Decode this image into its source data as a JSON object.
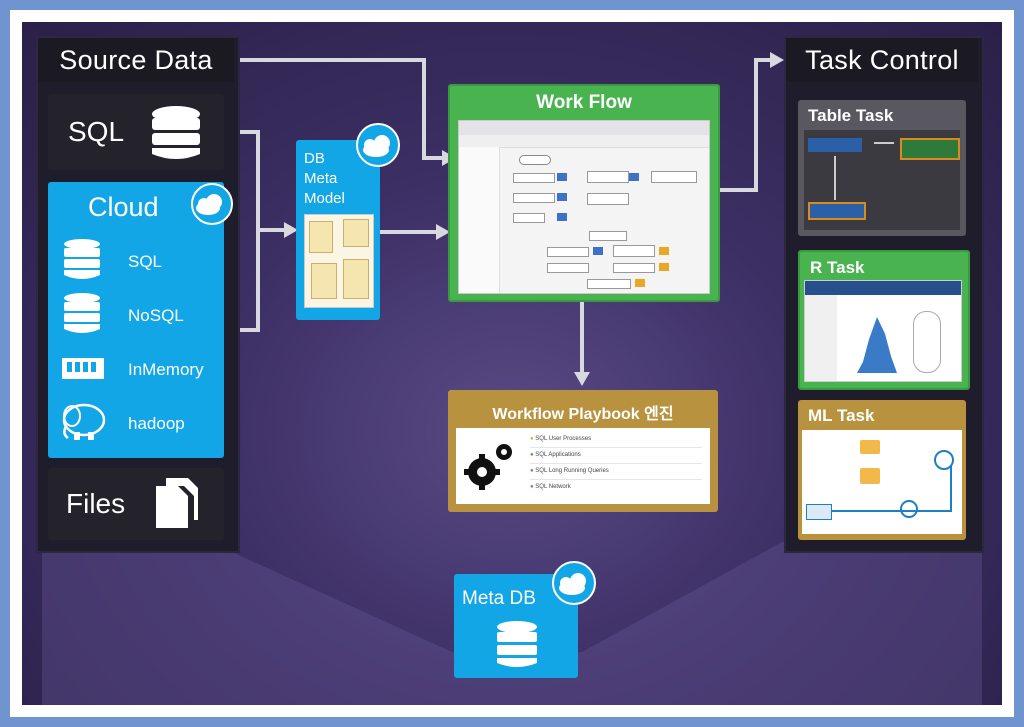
{
  "source_data": {
    "title": "Source Data",
    "sql": "SQL",
    "cloud": {
      "title": "Cloud",
      "items": [
        "SQL",
        "NoSQL",
        "InMemory",
        "hadoop"
      ]
    },
    "files": "Files"
  },
  "db_meta_model": {
    "line1": "DB",
    "line2": "Meta",
    "line3": "Model"
  },
  "work_flow": {
    "title": "Work Flow"
  },
  "playbook": {
    "title": "Workflow Playbook 엔진",
    "rows": [
      "SQL User Processes",
      "SQL Applications",
      "SQL Long Running Queries",
      "SQL Network"
    ]
  },
  "task_control": {
    "title": "Task Control",
    "table_task": "Table Task",
    "r_task": "R Task",
    "ml_task": "ML Task"
  },
  "meta_db": {
    "title": "Meta DB"
  },
  "colors": {
    "cloud_blue": "#13a6e6",
    "workflow_green": "#48b34f",
    "playbook_gold": "#b8923f",
    "panel_dark": "#1f1c2c"
  }
}
